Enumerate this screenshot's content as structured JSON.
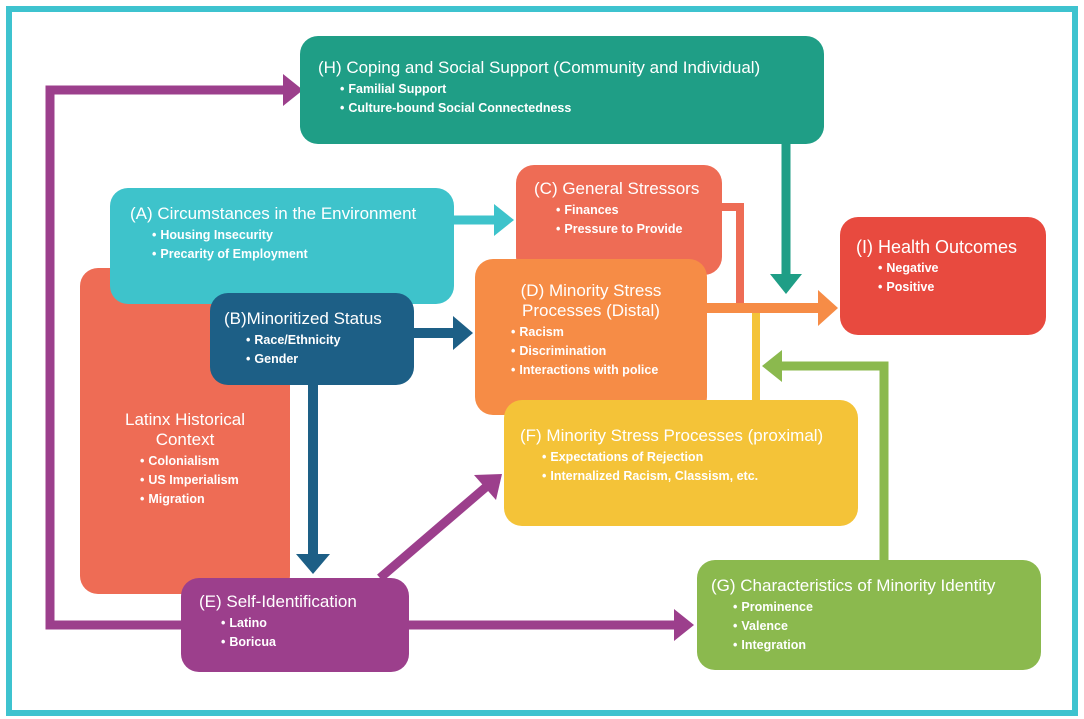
{
  "colors": {
    "frame": "#3ec3cf",
    "latinx": "#ee6c55",
    "coping": "#1f9e86",
    "circumstances": "#3ec3cb",
    "general_stressors": "#ee6c55",
    "health_outcomes": "#e84a3f",
    "distal": "#f68c46",
    "minoritized": "#1d5f86",
    "proximal": "#f4c338",
    "characteristics": "#8bb94e",
    "self_identification": "#9c3f8c"
  },
  "latinx": {
    "title": "Latinx Historical Context",
    "items": [
      "Colonialism",
      "US Imperialism",
      "Migration"
    ]
  },
  "coping": {
    "title": "(H) Coping and Social Support (Community and Individual)",
    "items": [
      "Familial Support",
      "Culture-bound Social Connectedness"
    ]
  },
  "circumstances": {
    "title": "(A) Circumstances in the Environment",
    "items": [
      "Housing Insecurity",
      "Precarity of Employment"
    ]
  },
  "general_stressors": {
    "title": "(C) General Stressors",
    "items": [
      "Finances",
      "Pressure to Provide"
    ]
  },
  "health_outcomes": {
    "title": "(I) Health Outcomes",
    "items": [
      "Negative",
      "Positive"
    ]
  },
  "distal": {
    "title": "(D) Minority Stress Processes (Distal)",
    "items": [
      "Racism",
      "Discrimination",
      "Interactions with police"
    ]
  },
  "minoritized": {
    "title": "(B)Minoritized Status",
    "items": [
      "Race/Ethnicity",
      "Gender"
    ]
  },
  "proximal": {
    "title": "(F) Minority Stress Processes (proximal)",
    "items": [
      "Expectations of Rejection",
      "Internalized Racism, Classism, etc."
    ]
  },
  "characteristics": {
    "title": "(G) Characteristics of  Minority Identity",
    "items": [
      "Prominence",
      "Valence",
      "Integration"
    ]
  },
  "self_identification": {
    "title": "(E) Self-Identification",
    "items": [
      "Latino",
      "Boricua"
    ]
  }
}
